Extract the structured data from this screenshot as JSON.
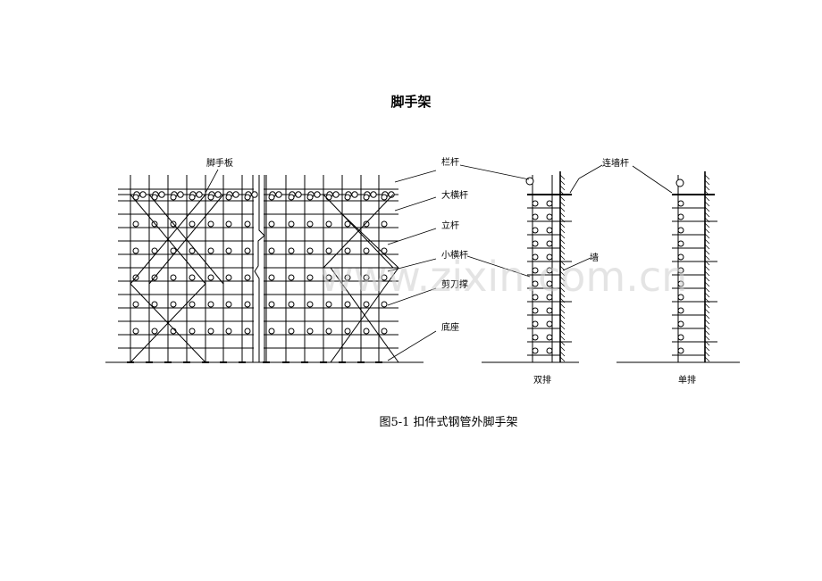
{
  "title": "脚手架",
  "caption": "图5-1  扣件式钢管外脚手架",
  "labels": {
    "scaffold_board": "脚手板",
    "guardrail": "栏杆",
    "big_ledger": "大横杆",
    "upright": "立杆",
    "small_transom": "小横杆",
    "scissor_brace": "剪刀撑",
    "base": "底座",
    "wall_tie": "连墙杆",
    "wall": "墙",
    "double_row": "双排",
    "single_row": "单排"
  },
  "watermark": "www.zixin.com.cn"
}
